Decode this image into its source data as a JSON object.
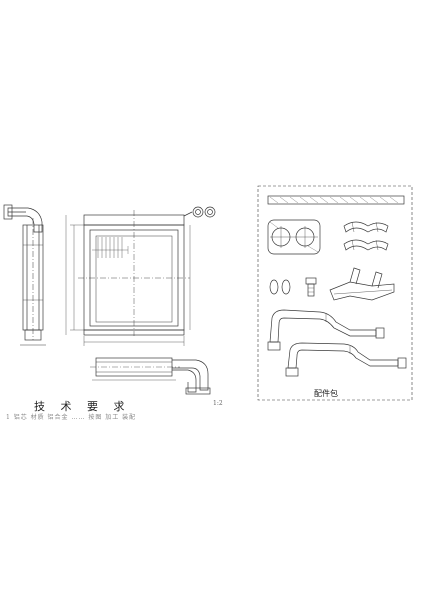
{
  "drawing": {
    "tech_requirements_title": "技 术 要 求",
    "tech_requirements_note": "1 铝芯 材质 铝合金 …… 按图 加工 装配",
    "accessory_kit_label": "配件包",
    "scale_label": "1:2",
    "line_color": "#3a3a3a"
  }
}
